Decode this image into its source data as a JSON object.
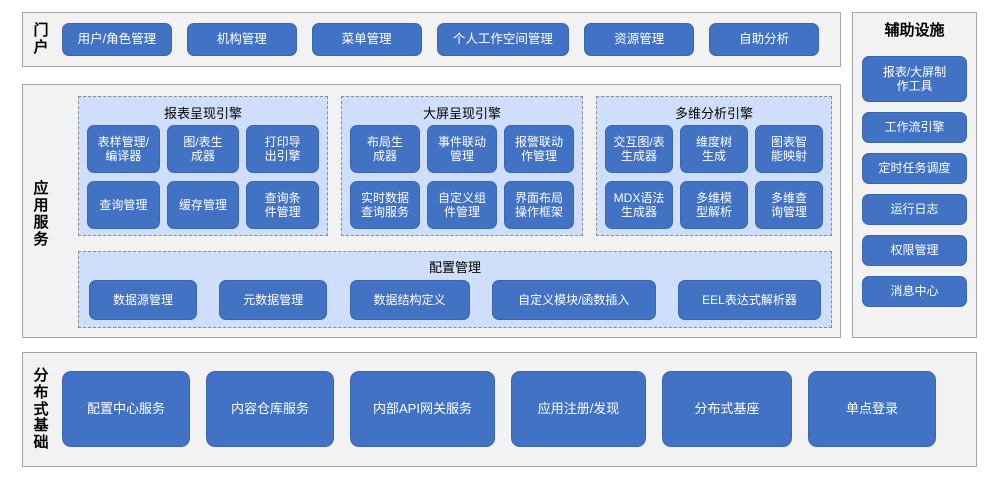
{
  "colors": {
    "node_fill": "#4272c4",
    "node_border": "#3a66b0",
    "group_fill": "#cfdefa",
    "panel_fill": "#f2f2f2",
    "panel_border": "#a6a6a6",
    "text_on_node": "#ffffff",
    "label_text": "#000000"
  },
  "portal": {
    "label": "门户",
    "label_chars": [
      "门",
      "户"
    ],
    "items": [
      {
        "text": "用户/角色管理",
        "width": 110
      },
      {
        "text": "机构管理",
        "width": 110
      },
      {
        "text": "菜单管理",
        "width": 110
      },
      {
        "text": "个人工作空间管理",
        "width": 133
      },
      {
        "text": "资源管理",
        "width": 110
      },
      {
        "text": "自助分析",
        "width": 110
      }
    ]
  },
  "application_service": {
    "label": "应用服务",
    "label_chars": [
      "应",
      "用",
      "服",
      "务"
    ],
    "engines": [
      {
        "title": "报表呈现引擎",
        "items": [
          "表样管理/\n编译器",
          "图/表生\n成器",
          "打印导\n出引擎",
          "查询管理",
          "缓存管理",
          "查询条\n件管理"
        ]
      },
      {
        "title": "大屏呈现引擎",
        "items": [
          "布局生\n成器",
          "事件联动\n管理",
          "报警联动\n作管理",
          "实时数据\n查询服务",
          "自定义组\n件管理",
          "界面布局\n操作框架"
        ]
      },
      {
        "title": "多维分析引擎",
        "items": [
          "交互图/表\n生成器",
          "维度树\n生成",
          "图表智\n能映射",
          "MDX语法\n生成器",
          "多维模\n型解析",
          "多维查\n询管理"
        ]
      }
    ],
    "config_group": {
      "title": "配置管理",
      "items": [
        {
          "text": "数据源管理",
          "width": 108
        },
        {
          "text": "元数据管理",
          "width": 108
        },
        {
          "text": "数据结构定义",
          "width": 120
        },
        {
          "text": "自定义模块/函数插入",
          "width": 164
        },
        {
          "text": "EEL表达式解析器",
          "width": 143
        }
      ]
    }
  },
  "auxiliary": {
    "title": "辅助设施",
    "items": [
      {
        "text": "报表/大屏制\n作工具",
        "size": "tall"
      },
      {
        "text": "工作流引擎",
        "size": "short"
      },
      {
        "text": "定时任务调度",
        "size": "short"
      },
      {
        "text": "运行日志",
        "size": "short"
      },
      {
        "text": "权限管理",
        "size": "short"
      },
      {
        "text": "消息中心",
        "size": "short"
      }
    ]
  },
  "distributed_base": {
    "label": "分布式基础",
    "label_chars": [
      "分",
      "布",
      "式",
      "基",
      "础"
    ],
    "items": [
      {
        "text": "配置中心服务",
        "width": 128
      },
      {
        "text": "内容仓库服务",
        "width": 128
      },
      {
        "text": "内部API网关服务",
        "width": 145
      },
      {
        "text": "应用注册/发现",
        "width": 135
      },
      {
        "text": "分布式基座",
        "width": 130
      },
      {
        "text": "单点登录",
        "width": 128
      }
    ]
  }
}
